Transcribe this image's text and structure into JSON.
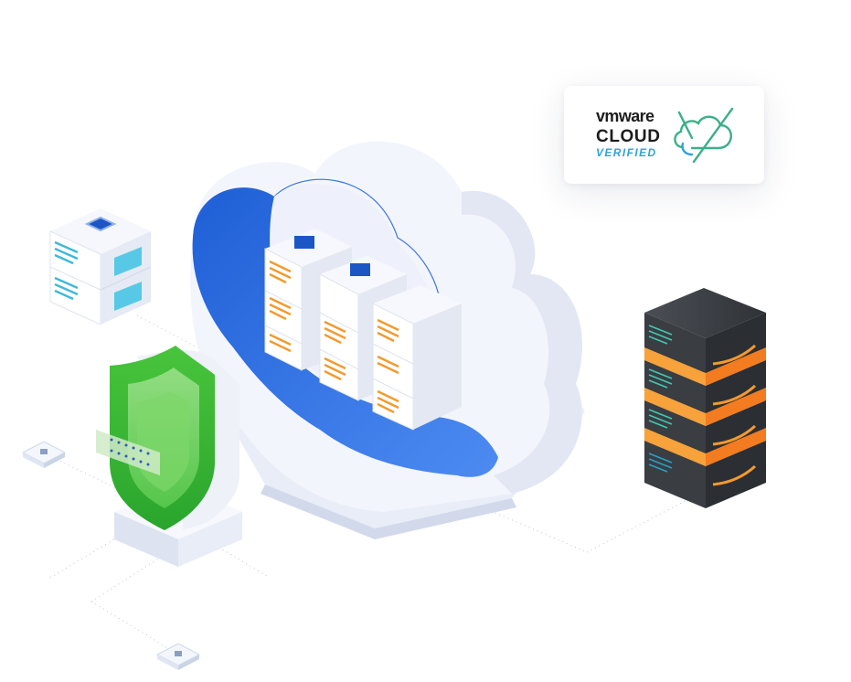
{
  "badge": {
    "brand": "vmware",
    "line1": "CLOUD",
    "line2": "VERIFIED",
    "icon": "cloud-verified-icon"
  },
  "colors": {
    "cloud_blue": "#3b73e6",
    "shield_green": "#37b935",
    "server_orange": "#f5922a",
    "dark_server": "#3a3d42",
    "badge_verified_blue": "#2fa3d8",
    "badge_icon_green": "#3ab08a"
  },
  "icons": [
    "cloud-icon",
    "server-rack-icon",
    "shield-icon",
    "dark-server-stack-icon",
    "chip-icon",
    "connector-tile-icon"
  ]
}
